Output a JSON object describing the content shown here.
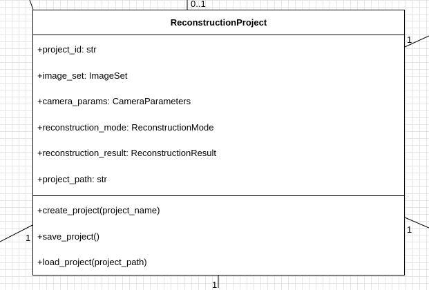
{
  "diagram": {
    "class_name": "ReconstructionProject",
    "attributes": [
      "+project_id: str",
      "+image_set: ImageSet",
      "+camera_params: CameraParameters",
      "+reconstruction_mode: ReconstructionMode",
      "+reconstruction_result: ReconstructionResult",
      "+project_path: str"
    ],
    "operations": [
      "+create_project(project_name)",
      "+save_project()",
      "+load_project(project_path)"
    ],
    "multiplicities": {
      "top": "0..1",
      "right_upper": "1",
      "right_lower": "1",
      "left_lower": "1",
      "bottom": "1"
    }
  }
}
